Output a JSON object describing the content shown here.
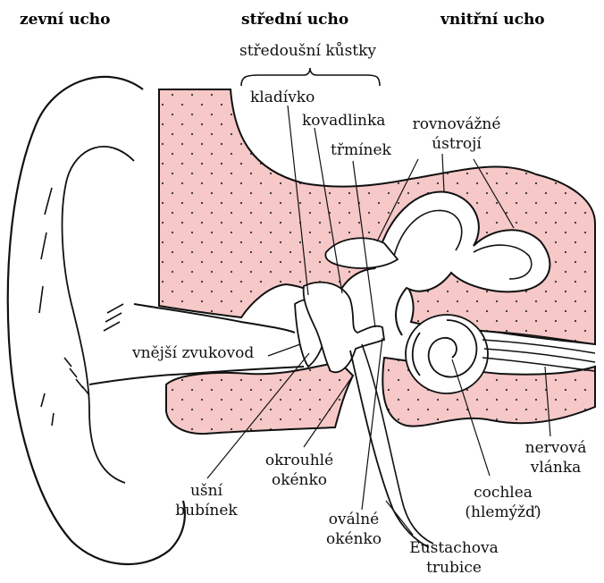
{
  "headers": {
    "outer": "zevní ucho",
    "middle": "střední ucho",
    "inner": "vnitřní ucho"
  },
  "labels": {
    "ossicles": "středoušní kůstky",
    "malleus": "kladívko",
    "incus": "kovadlinka",
    "stapes": "třmínek",
    "balance_line1": "rovnovážné",
    "balance_line2": "ústrojí",
    "canal": "vnější zvukovod",
    "eardrum_line1": "ušní",
    "eardrum_line2": "bubínek",
    "round_window_line1": "okrouhlé",
    "round_window_line2": "okénko",
    "oval_window_line1": "oválné",
    "oval_window_line2": "okénko",
    "eustachian_line1": "Eustachova",
    "eustachian_line2": "trubice",
    "cochlea_line1": "cochlea",
    "cochlea_line2": "(hlemýžď)",
    "nerve_line1": "nervová",
    "nerve_line2": "vlánka"
  },
  "colors": {
    "bone_fill": "#f6c8c8",
    "stroke": "#111111",
    "background": "#ffffff"
  }
}
